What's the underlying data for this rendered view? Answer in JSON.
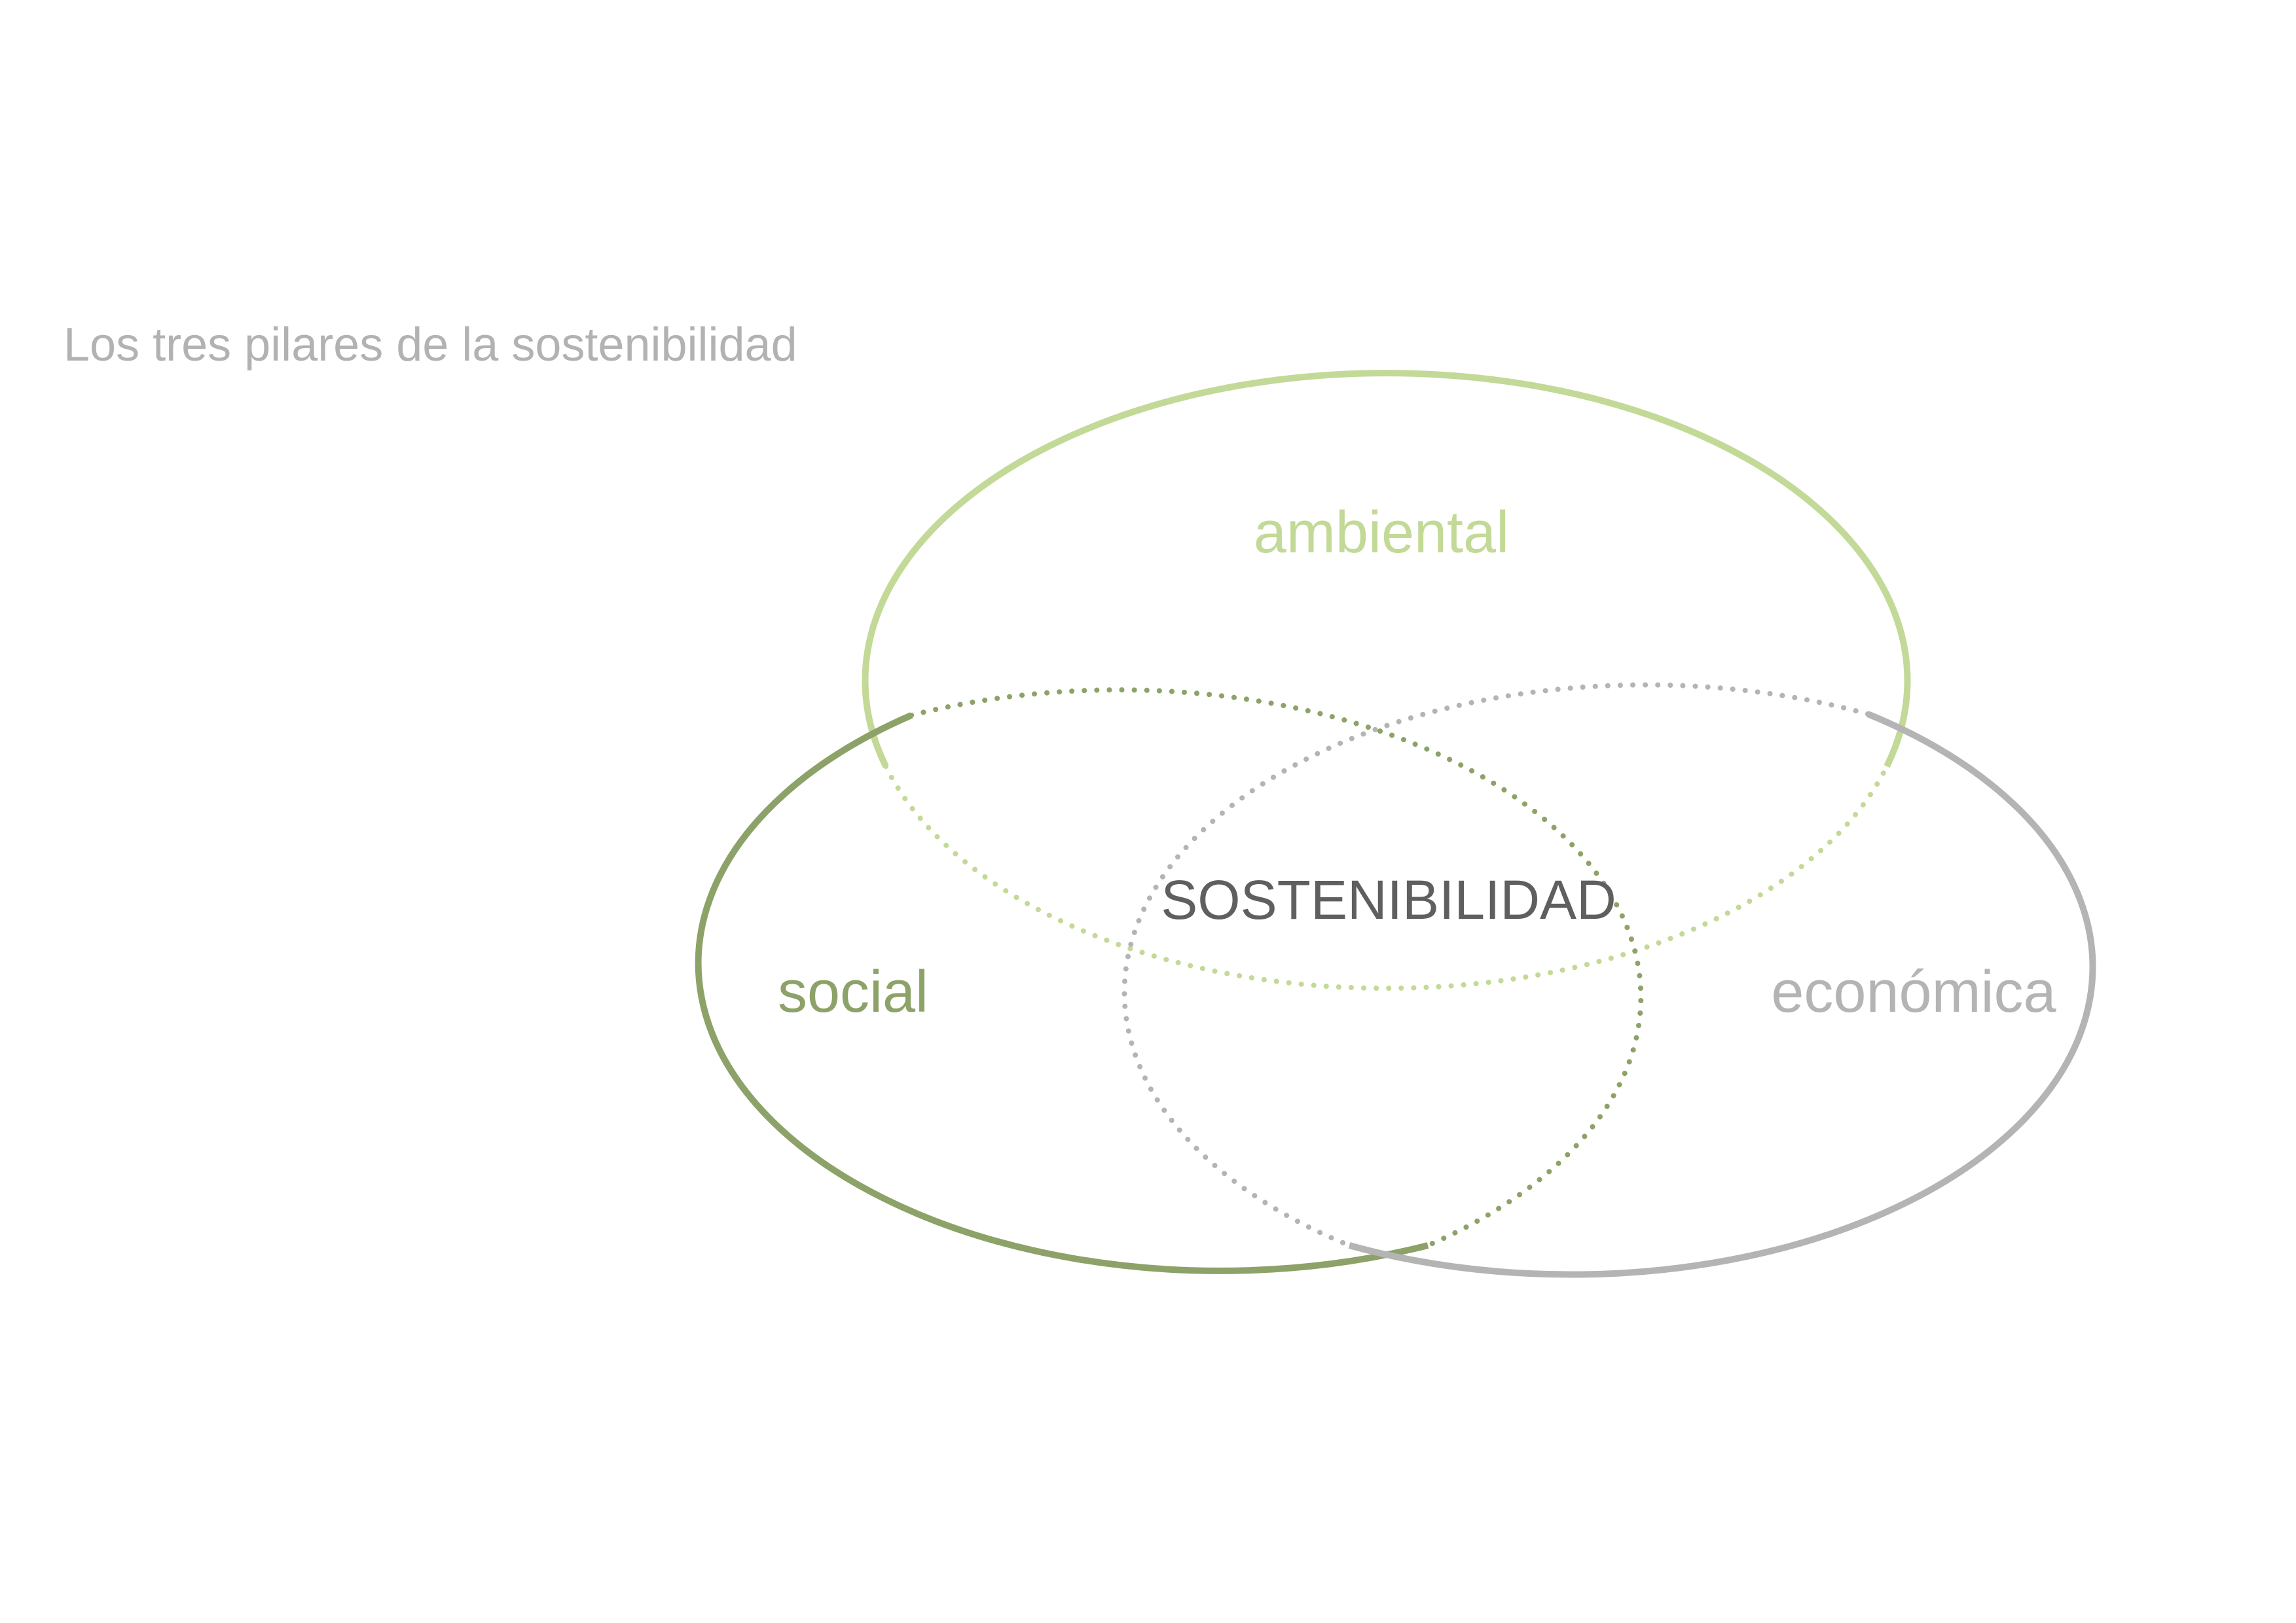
{
  "title": "Los tres pilares de la sostenibilidad",
  "center_label": "SOSTENIBILIDAD",
  "pillars": [
    {
      "key": "ambiental",
      "label": "ambiental",
      "color": "#c3d997"
    },
    {
      "key": "social",
      "label": "social",
      "color": "#8da268"
    },
    {
      "key": "economica",
      "label": "económica",
      "color": "#b4b4b4"
    }
  ],
  "colors": {
    "title": "#b2b2b2",
    "center": "#5f5f5f",
    "background": "#ffffff"
  }
}
